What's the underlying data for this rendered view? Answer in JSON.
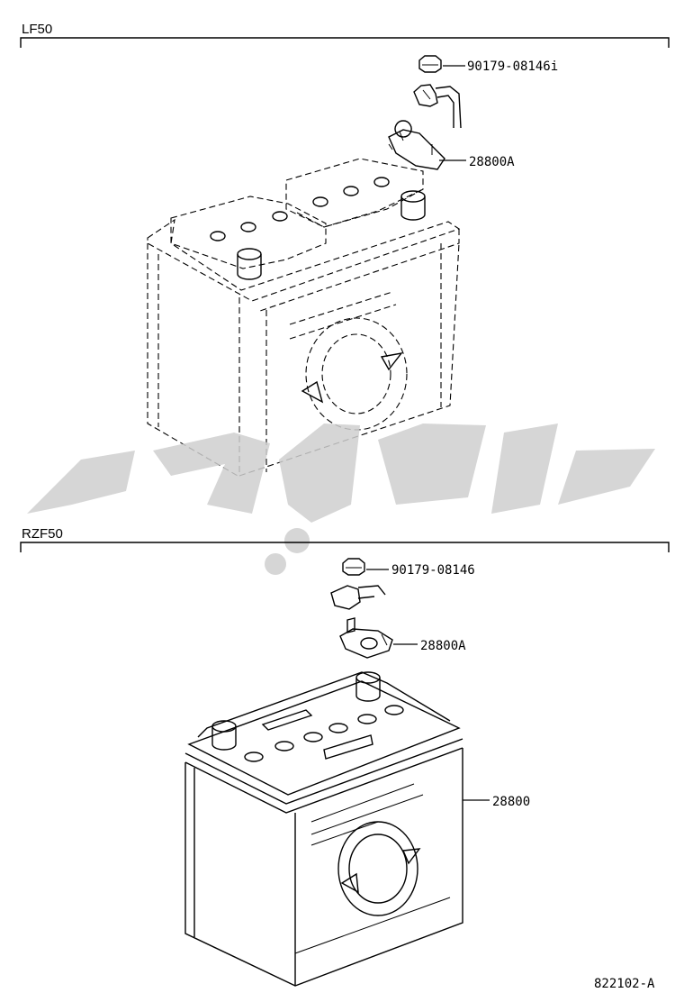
{
  "sections": [
    {
      "label": "LF50"
    },
    {
      "label": "RZF50"
    }
  ],
  "callouts": {
    "lf_nut": "90179-08146i",
    "lf_clamp": "28800A",
    "rz_nut": "90179-08146",
    "rz_clamp": "28800A",
    "rz_battery": "28800"
  },
  "diagram_code": "822102-A"
}
